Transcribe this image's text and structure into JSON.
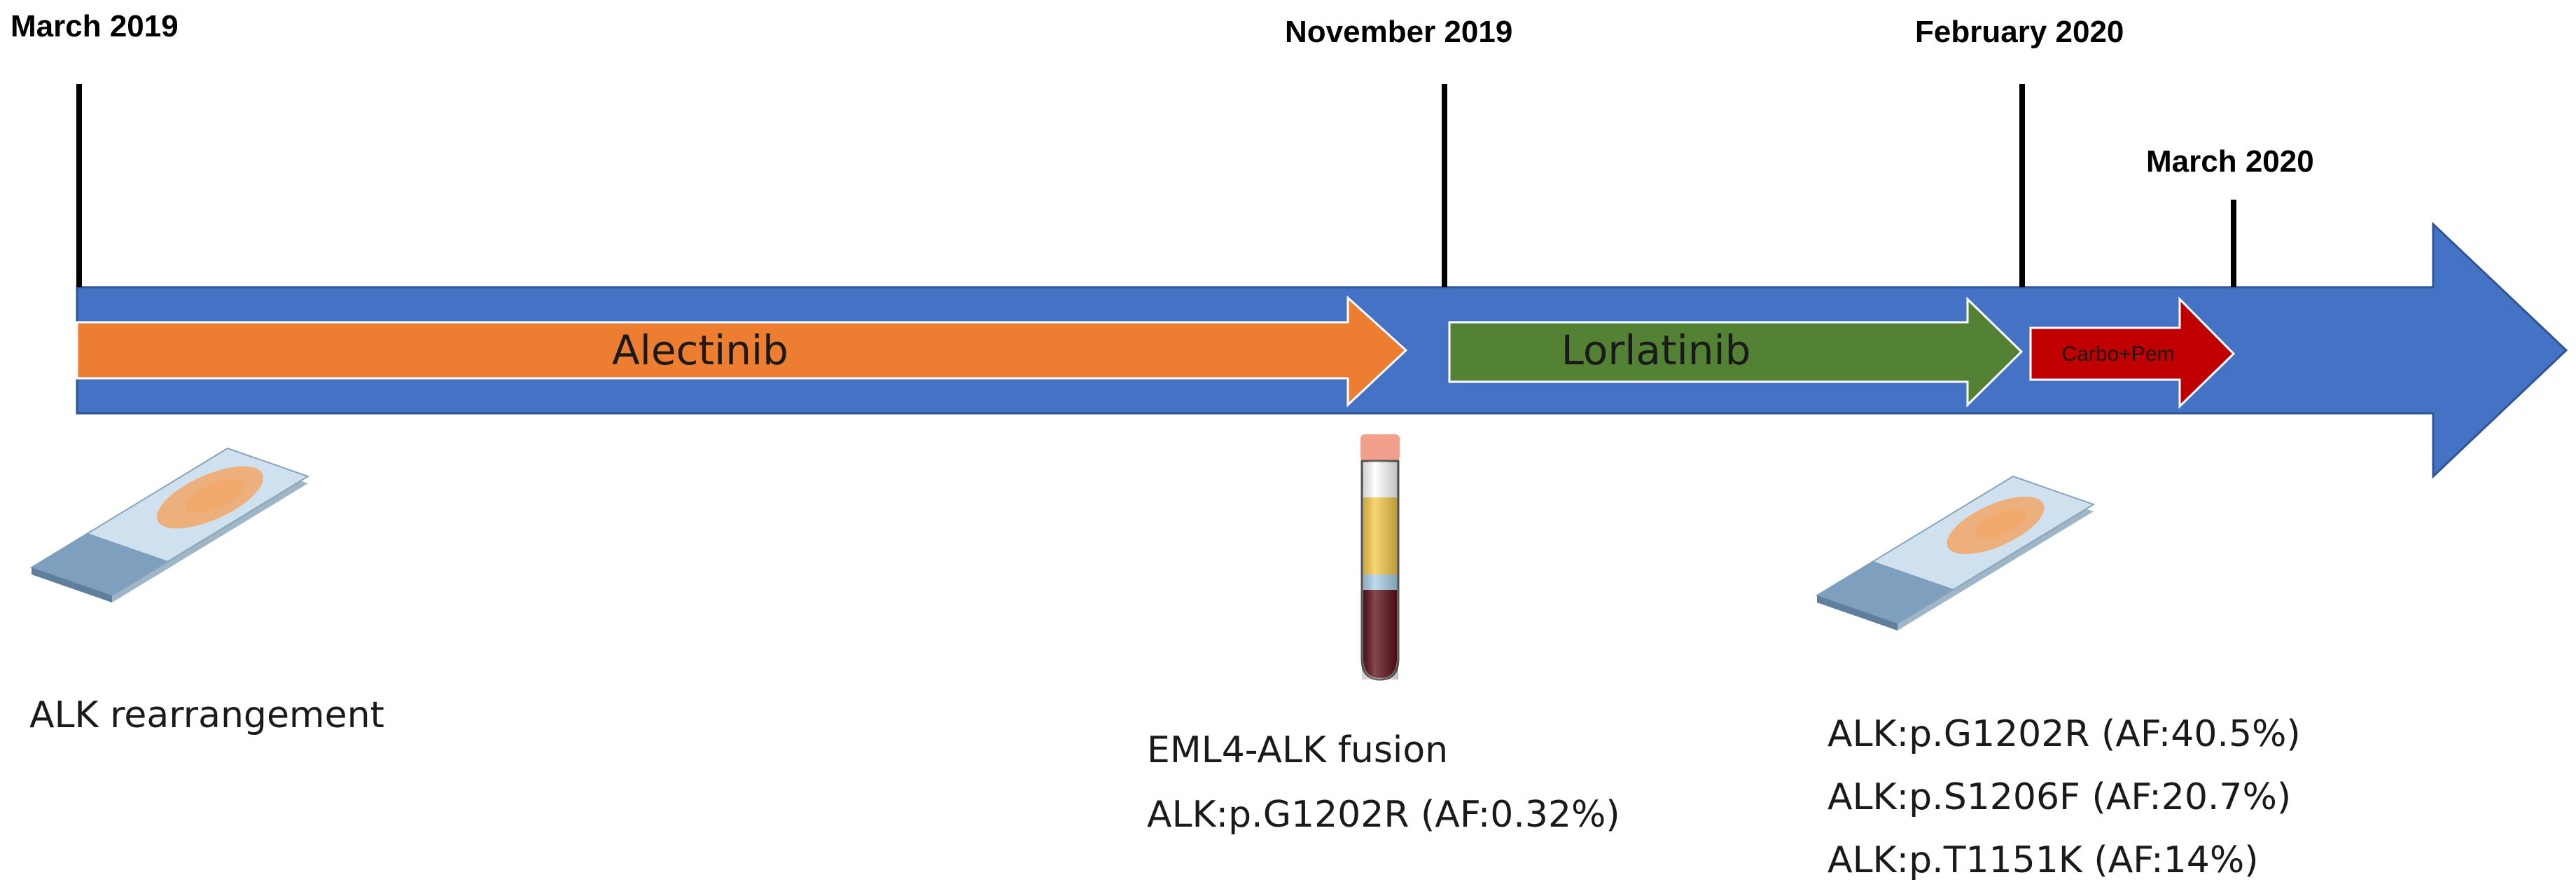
{
  "timeline": {
    "dates": [
      {
        "label": "March 2019"
      },
      {
        "label": "November 2019"
      },
      {
        "label": "February 2020"
      },
      {
        "label": "March 2020"
      }
    ]
  },
  "treatments": [
    {
      "label": "Alectinib",
      "color": "#ED7D31"
    },
    {
      "label": "Lorlatinib",
      "color": "#548235"
    },
    {
      "label": "Carbo+Pem",
      "color": "#C00000"
    }
  ],
  "colors": {
    "main_arrow": "#4472C4",
    "arrow_border": "#2F5597",
    "slide_glass": "#cfe1ee",
    "slide_label": "#7f9fbf",
    "tissue": "#f4a460",
    "blood_plasma": "#f7c948",
    "blood_buffy": "#a9cfe8",
    "blood_cells": "#5c0a14",
    "tube_cap": "#f2a08c"
  },
  "icons": {
    "slide": "tissue-slide-icon",
    "tube": "blood-tube-icon"
  },
  "findings": {
    "baseline": [
      "ALK rearrangement"
    ],
    "liquid_biopsy": [
      "EML4-ALK fusion",
      "ALK:p.G1202R (AF:0.32%)"
    ],
    "tissue_biopsy": [
      "ALK:p.G1202R (AF:40.5%)",
      "ALK:p.S1206F (AF:20.7%)",
      "ALK:p.T1151K (AF:14%)"
    ]
  }
}
